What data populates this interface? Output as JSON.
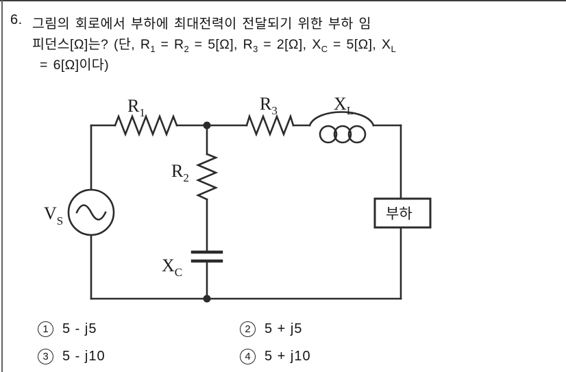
{
  "page": {
    "background": "#ffffff",
    "border_color": "#3c3c3c"
  },
  "question": {
    "number": "6.",
    "line1": "그림의 회로에서 부하에 최대전력이 전달되기 위한 부하 임",
    "line2": {
      "s0": "피던스[Ω]는? (단, R",
      "sub1": "1",
      "s1": " = R",
      "sub2": "2",
      "s2": " = 5[Ω], R",
      "sub3": "3",
      "s3": " = 2[Ω], X",
      "sub4": "C",
      "s4": " = 5[Ω], X",
      "sub5": "L"
    },
    "line3": "= 6[Ω]이다)"
  },
  "circuit": {
    "line_color": "#2b2b2b",
    "source_label": {
      "main": "V",
      "sub": "S"
    },
    "r1_label": {
      "main": "R",
      "sub": "1"
    },
    "r2_label": {
      "main": "R",
      "sub": "2"
    },
    "r3_label": {
      "main": "R",
      "sub": "3"
    },
    "xl_label": {
      "main": "X",
      "sub": "L"
    },
    "xc_label": {
      "main": "X",
      "sub": "C"
    },
    "load_label": "부하"
  },
  "choices": [
    {
      "num": "1",
      "text": "5 - j5"
    },
    {
      "num": "2",
      "text": "5 + j5"
    },
    {
      "num": "3",
      "text": "5 - j10"
    },
    {
      "num": "4",
      "text": "5 + j10"
    }
  ]
}
